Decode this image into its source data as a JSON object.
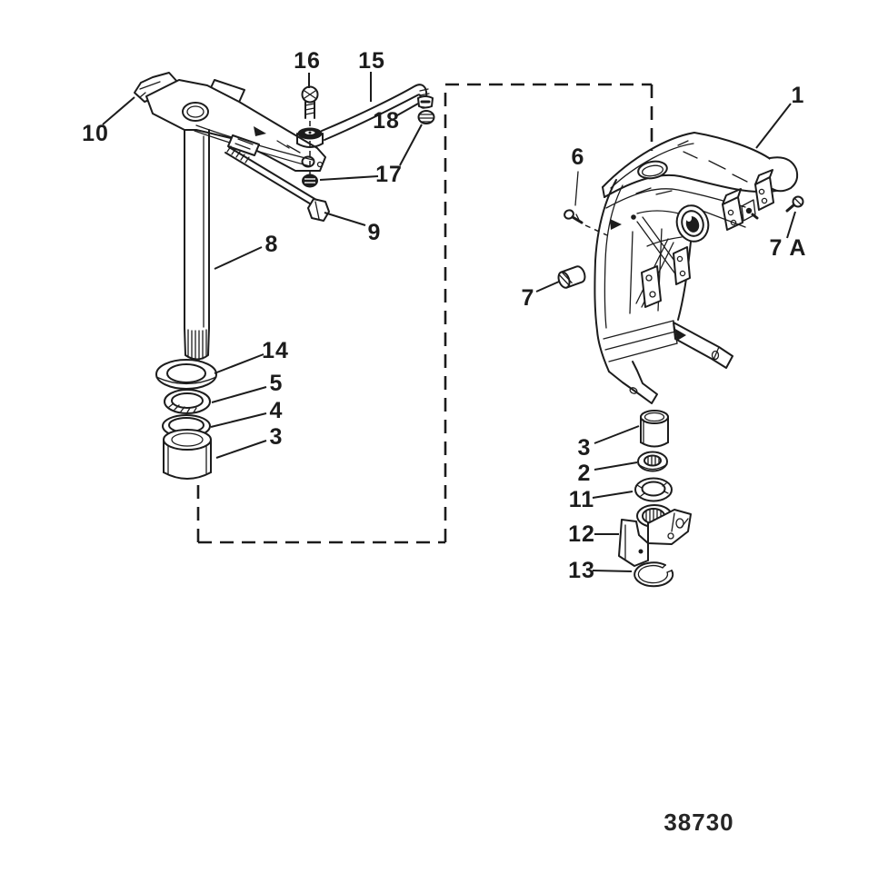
{
  "diagram": {
    "type": "exploded-parts-diagram",
    "figure_number": "38730",
    "background_color": "#ffffff",
    "line_color": "#1c1c1c"
  },
  "callouts": {
    "p1": {
      "label": "1"
    },
    "p2": {
      "label": "2"
    },
    "p3_left": {
      "label": "3"
    },
    "p3_right": {
      "label": "3"
    },
    "p4": {
      "label": "4"
    },
    "p5": {
      "label": "5"
    },
    "p6": {
      "label": "6"
    },
    "p7": {
      "label": "7"
    },
    "p7a": {
      "label": "7 A"
    },
    "p8": {
      "label": "8"
    },
    "p9": {
      "label": "9"
    },
    "p10": {
      "label": "10"
    },
    "p11": {
      "label": "11"
    },
    "p12": {
      "label": "12"
    },
    "p13": {
      "label": "13"
    },
    "p14": {
      "label": "14"
    },
    "p15": {
      "label": "15"
    },
    "p16": {
      "label": "16"
    },
    "p17": {
      "label": "17"
    },
    "p18": {
      "label": "18"
    }
  }
}
